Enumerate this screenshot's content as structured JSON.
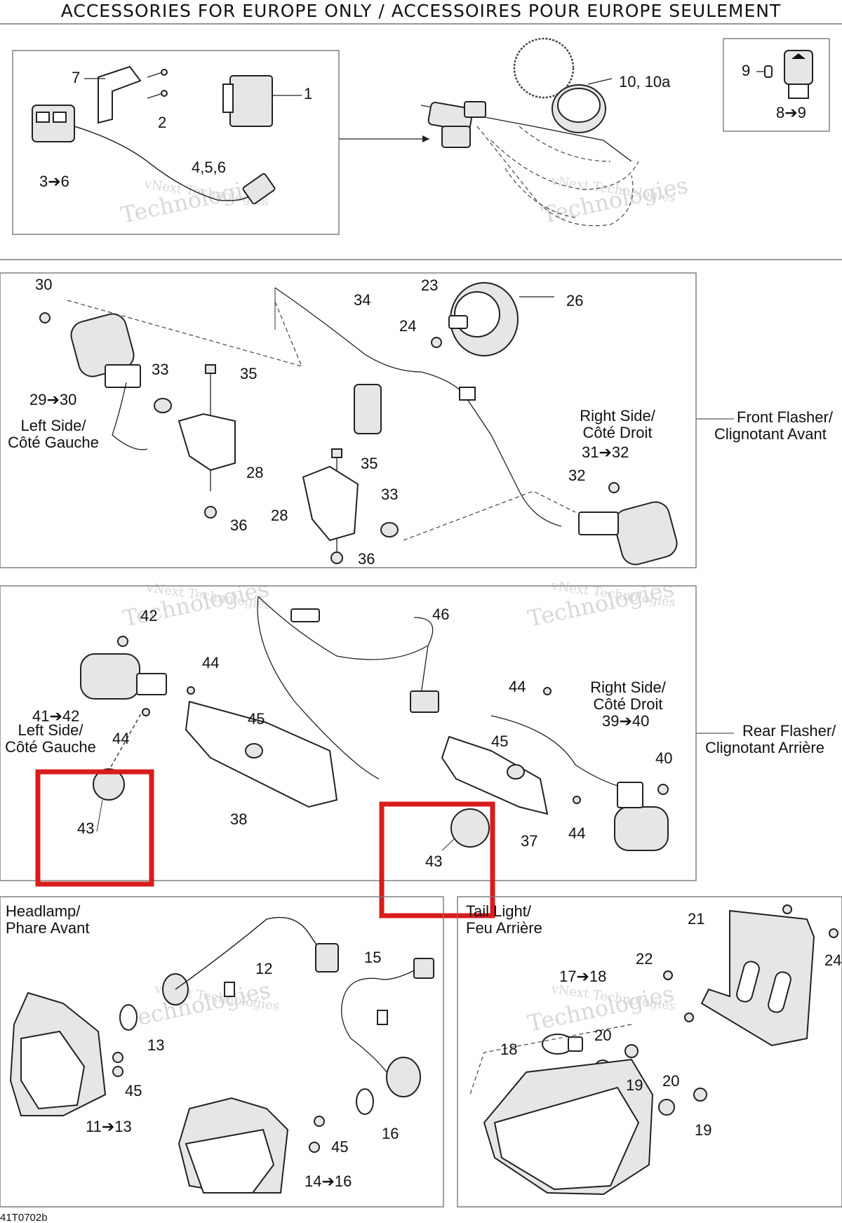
{
  "title": "ACCESSORIES FOR EUROPE ONLY / ACCESSOIRES POUR EUROPE SEULEMENT",
  "drawing_code": "41T0702b",
  "watermark": {
    "line1": "vNext Technologies",
    "line2": "vNext",
    "line3": "Technologies"
  },
  "headings": {
    "left_side": "Left Side/",
    "cote_gauche": "Côté Gauche",
    "right_side": "Right Side/",
    "cote_droit": "Côté Droit",
    "front_flasher": "Front Flasher/",
    "clignotant_avant": "Clignotant Avant",
    "rear_flasher": "Rear Flasher/",
    "clignotant_arriere": "Clignotant Arrière",
    "headlamp": "Headlamp/",
    "phare_avant": "Phare Avant",
    "tail_light": "Tail Light/",
    "feu_arriere": "Feu Arrière"
  },
  "callouts": {
    "c1": "1",
    "c2": "2",
    "c3_6": "3➔6",
    "c4_6": "4,5,6",
    "c7": "7",
    "c8_9": "8➔9",
    "c9": "9",
    "c10": "10, 10a",
    "c30a": "30",
    "c29_30": "29➔30",
    "c33a": "33",
    "c35a": "35",
    "c34": "34",
    "c23": "23",
    "c24": "24",
    "c26": "26",
    "c28a": "28",
    "c36a": "36",
    "c35b": "35",
    "c33b": "33",
    "c28b": "28",
    "c36b": "36",
    "c31_32": "31➔32",
    "c32": "32",
    "c42": "42",
    "c44a": "44",
    "c41_42": "41➔42",
    "c44b": "44",
    "c45a": "45",
    "c43a": "43",
    "c38": "38",
    "c46": "46",
    "c44c": "44",
    "c39_40": "39➔40",
    "c45b": "45",
    "c40": "40",
    "c43b": "43",
    "c37": "37",
    "c44d": "44",
    "c12": "12",
    "c15": "15",
    "c13": "13",
    "c45c": "45",
    "c11_13": "11➔13",
    "c45d": "45",
    "c16": "16",
    "c14_16": "14➔16",
    "c21": "21",
    "c22": "22",
    "c24b": "24",
    "c17_18": "17➔18",
    "c20a": "20",
    "c18": "18",
    "c19a": "19",
    "c20b": "20",
    "c19b": "19"
  },
  "highlight_color": "#d91c1c"
}
